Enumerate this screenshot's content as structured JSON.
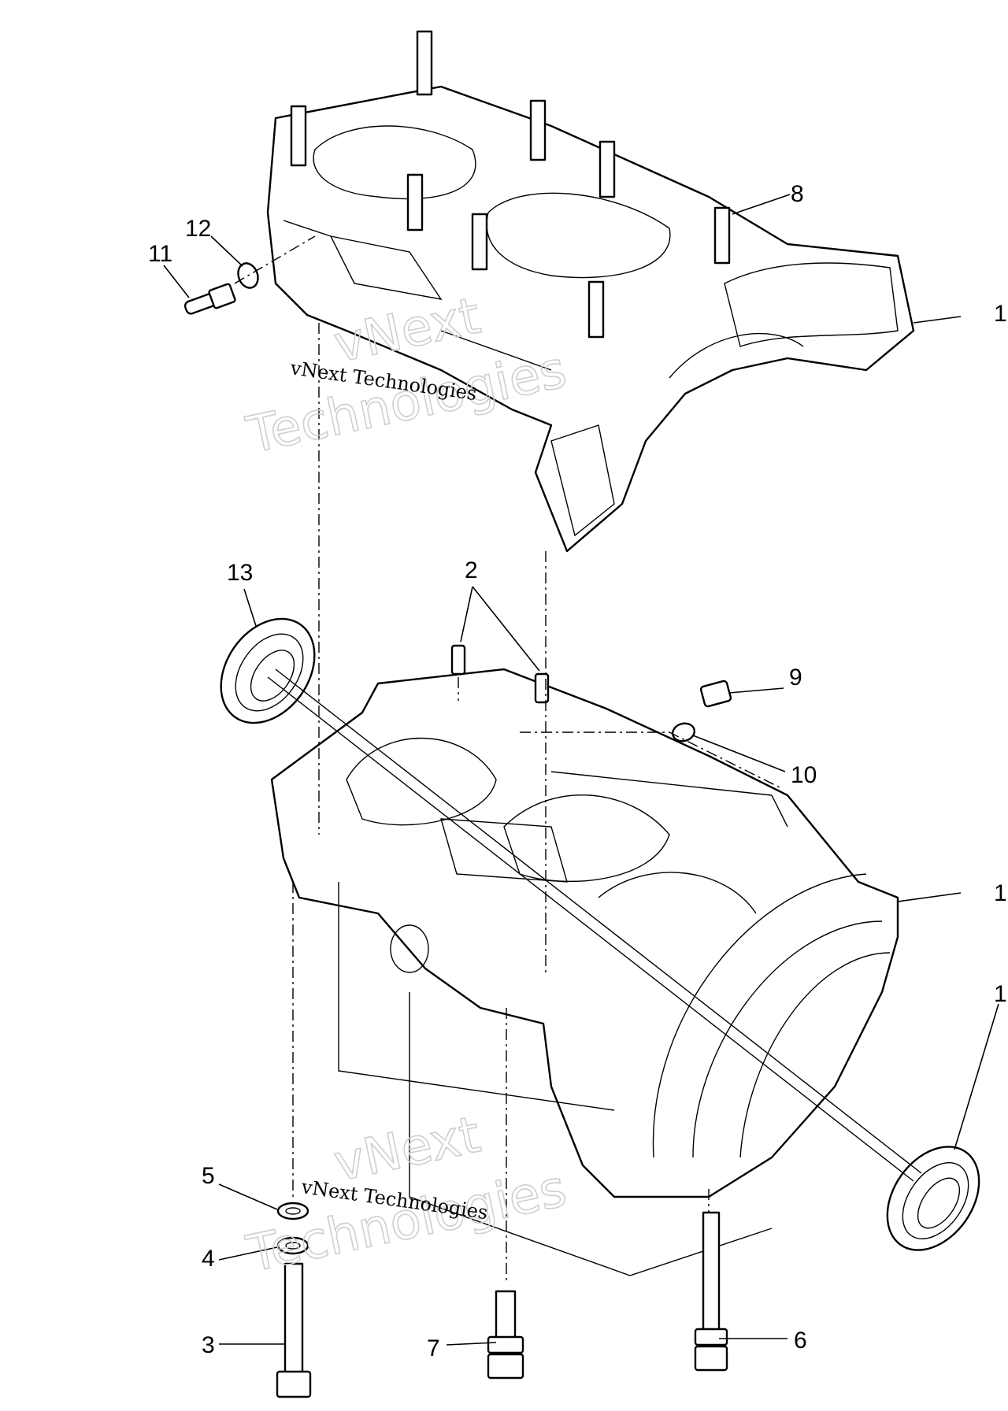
{
  "callouts": [
    {
      "id": "8",
      "label": "8"
    },
    {
      "id": "1a",
      "label": "1"
    },
    {
      "id": "12",
      "label": "12"
    },
    {
      "id": "11",
      "label": "11"
    },
    {
      "id": "13",
      "label": "13"
    },
    {
      "id": "2",
      "label": "2"
    },
    {
      "id": "9",
      "label": "9"
    },
    {
      "id": "10",
      "label": "10"
    },
    {
      "id": "1b",
      "label": "1"
    },
    {
      "id": "1c",
      "label": "1"
    },
    {
      "id": "5",
      "label": "5"
    },
    {
      "id": "4",
      "label": "4"
    },
    {
      "id": "3",
      "label": "3"
    },
    {
      "id": "7",
      "label": "7"
    },
    {
      "id": "6",
      "label": "6"
    }
  ],
  "watermarks": [
    {
      "small": "vNext Technologies",
      "big_line1": "vNext",
      "big_line2": "Technologies"
    },
    {
      "small": "vNext Technologies",
      "big_line1": "vNext",
      "big_line2": "Technologies"
    }
  ],
  "colors": {
    "ink": "#000000",
    "paper": "#ffffff",
    "watermark": "#cfcfcf"
  }
}
